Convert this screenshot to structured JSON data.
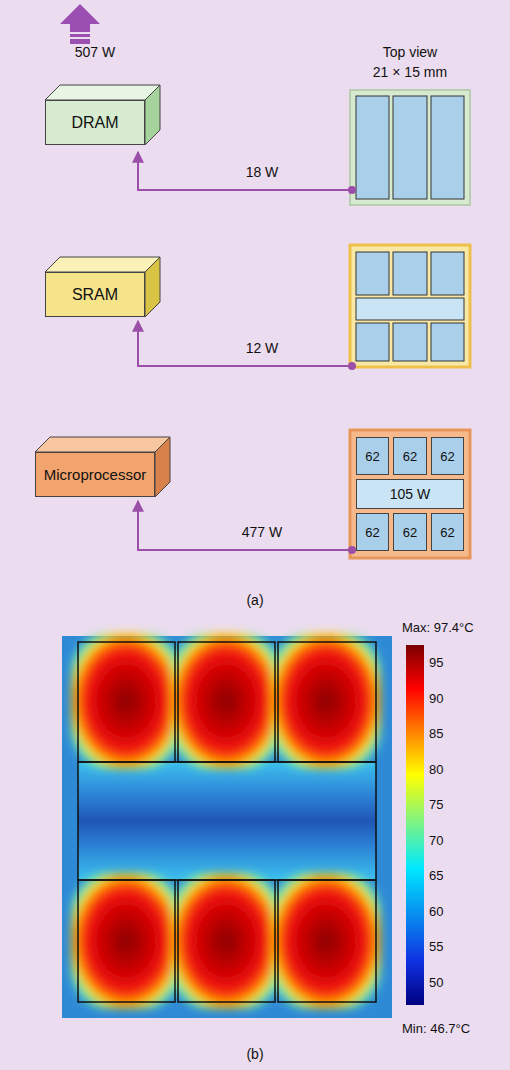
{
  "diagram": {
    "nodes": [
      {
        "text": [
          "DRAM"
        ]
      },
      {
        "text": [
          "SRAM"
        ]
      },
      {
        "text": [
          "Microprocessor"
        ]
      },
      {
        "text": [
          "62"
        ]
      },
      {
        "text": [
          "62"
        ]
      },
      {
        "text": [
          "62"
        ]
      },
      {
        "text": [
          "105 W"
        ]
      },
      {
        "text": [
          "62"
        ]
      },
      {
        "text": [
          "62"
        ]
      },
      {
        "text": [
          "62"
        ]
      }
    ],
    "labels": [
      "507 W",
      "Top view",
      "21 × 15 mm",
      "18 W",
      "12 W",
      "477 W",
      "(a)",
      "Max: 97.4°C",
      "95",
      "90",
      "85",
      "80",
      "75",
      "70",
      "65",
      "60",
      "55",
      "50",
      "Min: 46.7°C",
      "(b)"
    ]
  }
}
